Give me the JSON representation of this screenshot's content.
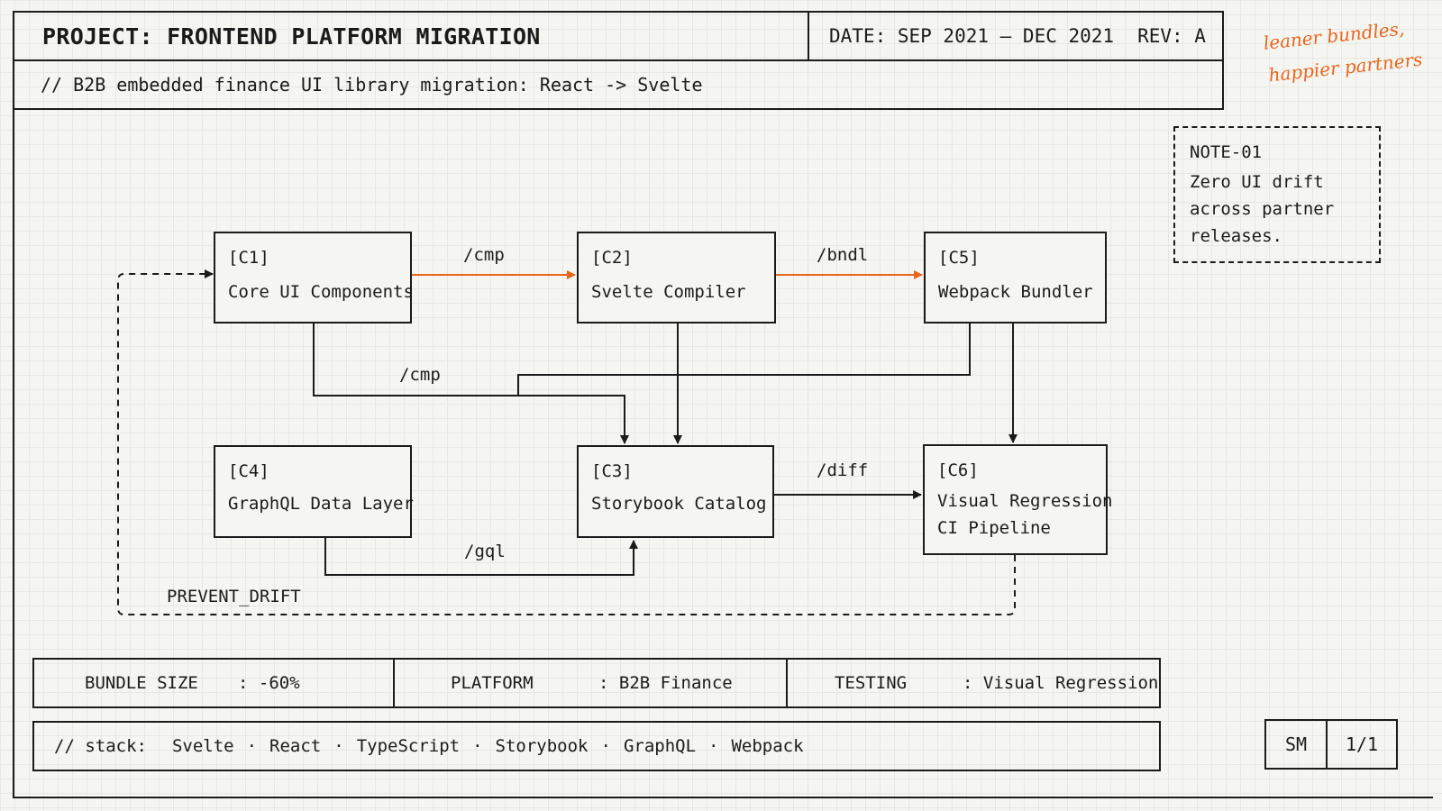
{
  "header": {
    "title": "PROJECT: FRONTEND PLATFORM MIGRATION",
    "date": "DATE: SEP 2021 — DEC 2021",
    "rev": "REV: A",
    "subtitle": "// B2B embedded finance UI library migration: React -> Svelte"
  },
  "annotation": {
    "line1": "leaner bundles,",
    "line2": "happier partners",
    "color": "#e8661c"
  },
  "note": {
    "id": "NOTE-01",
    "lines": [
      "Zero UI drift",
      "across partner",
      "releases."
    ]
  },
  "nodes": {
    "c1": {
      "id": "[C1]",
      "label": "Core UI Components"
    },
    "c2": {
      "id": "[C2]",
      "label": "Svelte Compiler"
    },
    "c3": {
      "id": "[C3]",
      "label": "Storybook Catalog"
    },
    "c4": {
      "id": "[C4]",
      "label": "GraphQL Data Layer"
    },
    "c5": {
      "id": "[C5]",
      "label": "Webpack Bundler"
    },
    "c6": {
      "id": "[C6]",
      "label_line1": "Visual Regression",
      "label_line2": "CI Pipeline"
    }
  },
  "edges": {
    "c1_c2": "/cmp",
    "c2_c5": "/bndl",
    "c1_c3": "/cmp",
    "c3_c6": "/diff",
    "c4_c3": "/gql",
    "c6_c1": "PREVENT_DRIFT"
  },
  "stats": [
    {
      "key": "BUNDLE SIZE",
      "value": ": -60%"
    },
    {
      "key": "PLATFORM",
      "value": ": B2B Finance"
    },
    {
      "key": "TESTING",
      "value": ": Visual Regression"
    }
  ],
  "stack": {
    "prefix": "// stack:",
    "items": [
      "Svelte",
      "React",
      "TypeScript",
      "Storybook",
      "GraphQL",
      "Webpack"
    ],
    "separator": "·"
  },
  "sheet": {
    "initials": "SM",
    "page": "1/1"
  },
  "colors": {
    "accent": "#e8661c",
    "ink": "#1b1b1b",
    "paper": "#f5f5f2"
  }
}
